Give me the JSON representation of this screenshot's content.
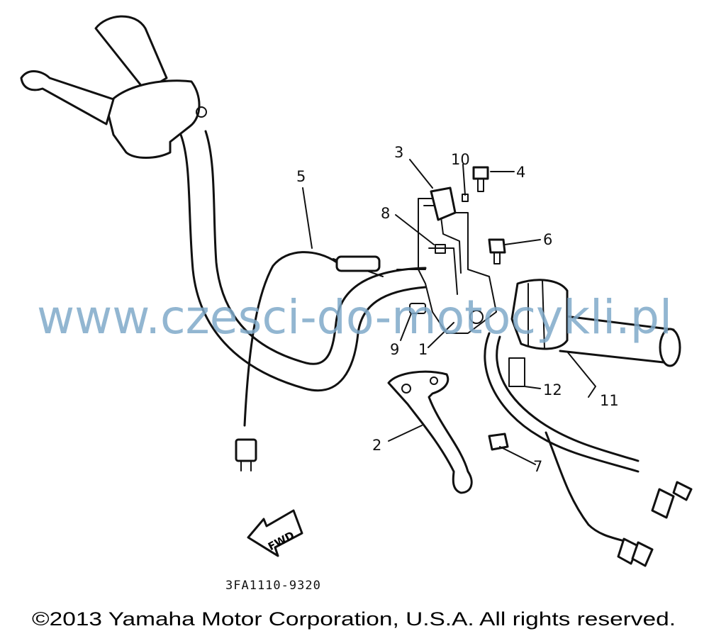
{
  "diagram": {
    "part_labels": [
      "1",
      "2",
      "3",
      "4",
      "5",
      "6",
      "7",
      "8",
      "9",
      "10",
      "11",
      "12"
    ],
    "fwd_label": "FWD",
    "reference_code": "3FA1110-9320"
  },
  "watermark": "www.czesci-do-motocykli.pl",
  "copyright": "©2013 Yamaha Motor Corporation, U.S.A. All rights reserved."
}
